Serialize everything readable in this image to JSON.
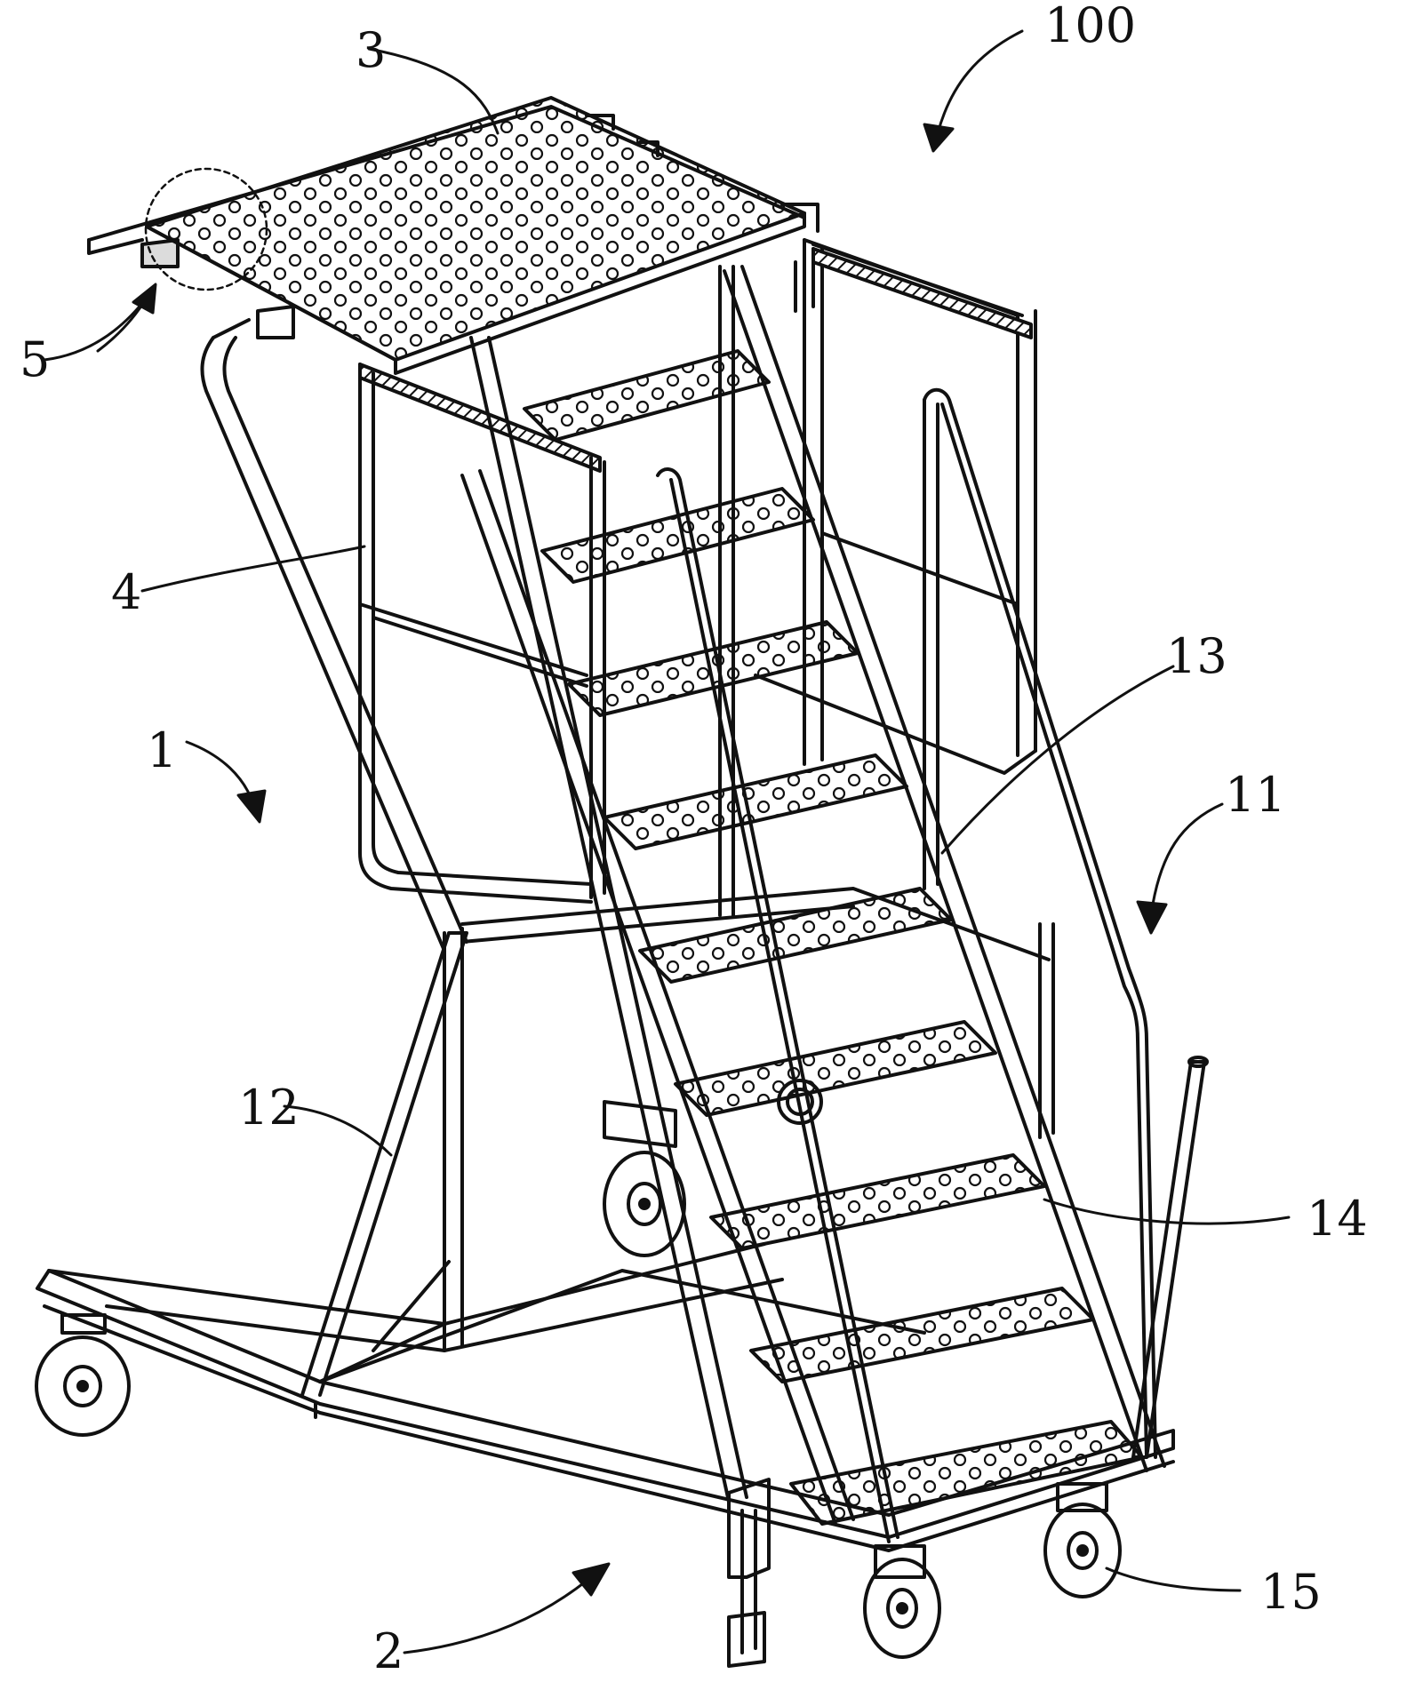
{
  "figure": {
    "ink_color": "#111111",
    "background_color": "#ffffff",
    "reference_labels": {
      "assembly": "100",
      "ladder_body": "1",
      "base_frame": "2",
      "top_platform": "3",
      "guardrail": "4",
      "detail_circle": "5",
      "handrail": "11",
      "support_strut": "12",
      "stair_stringer": "13",
      "step_tread": "14",
      "caster_wheel": "15"
    }
  }
}
